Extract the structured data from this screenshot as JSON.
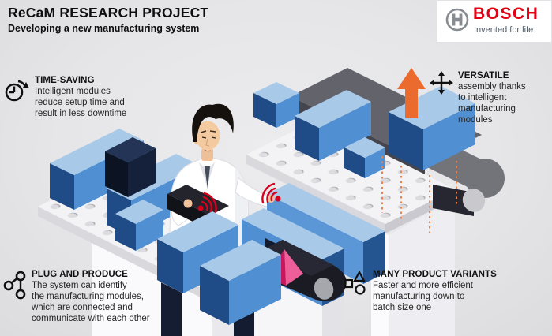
{
  "header": {
    "title": "ReCaM RESEARCH PROJECT",
    "subtitle": "Developing a new manufacturing system"
  },
  "brand": {
    "name": "BOSCH",
    "tagline": "Invented for life",
    "wordmark_color": "#e10014",
    "symbol": "bosch-armature-icon"
  },
  "annotations": [
    {
      "id": "time-saving",
      "icon": "clock-rotate-icon",
      "title": "TIME-SAVING",
      "body": "Intelligent modules\nreduce setup time and\nresult in less downtime"
    },
    {
      "id": "versatile",
      "icon": "move-arrows-icon",
      "title": "VERSATILE",
      "body": "assembly thanks\nto intelligent\nmanufacturing modules"
    },
    {
      "id": "plug-and-produce",
      "icon": "network-nodes-icon",
      "title": "PLUG AND PRODUCE",
      "body": "The system can identify\nthe manufacturing modules,\nwhich are connected and\ncommunicate with each other"
    },
    {
      "id": "many-product-variants",
      "icon": "shapes-icon",
      "title": "MANY PRODUCT VARIANTS",
      "body": "Faster and more efficient\nmanufacturing down to\nbatch size one"
    }
  ],
  "illustration": {
    "description": "Isometric scene of a modular manufacturing line: a worker in a white lab coat assembles blue modules on studded baseplates; wireless signals link modules; a magenta pyramid product exits a conveyor; an orange arrow lifts a versatile module onto a second line",
    "elements": [
      "worker-in-lab-coat",
      "studded-baseplates",
      "blue-manufacturing-modules",
      "dark-module",
      "wireless-signal-symbols",
      "tunnel-module-with-belt",
      "magenta-pyramid-product",
      "gray-conveyor-belt",
      "lifted-module",
      "orange-lift-arrow",
      "orange-dotted-guides"
    ],
    "colors": {
      "module_top": "#a9c9e9",
      "module_front": "#4f8fd2",
      "module_side": "#1f4b86",
      "module_dark": "#141e33",
      "signal_red": "#d6001c",
      "arrow_orange": "#eb6a2e",
      "product_magenta": "#c9175e",
      "belt_dark": "#1b1c23",
      "conveyor_gray": "#73747a",
      "baseplate": "#f3f3f6",
      "background": "#e6e6e8"
    }
  }
}
